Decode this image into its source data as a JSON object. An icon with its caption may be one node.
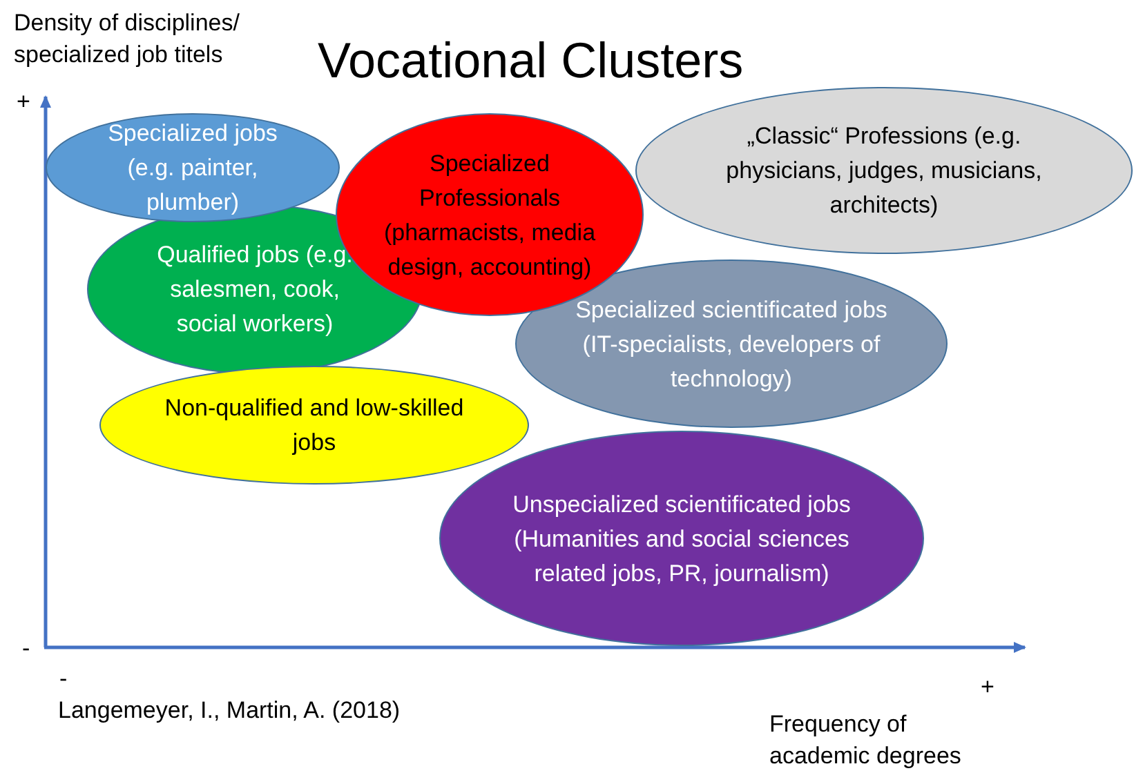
{
  "diagram": {
    "title": "Vocational Clusters",
    "nodes": [
      {
        "text": [
          "Specialized jobs (e.g. painter, plumber)"
        ]
      },
      {
        "text": [
          "Specialized Professionals (pharmacists, media design, accounting)"
        ]
      },
      {
        "text": [
          "„Classic“ Professions (e.g. physicians, judges, musicians, architects)"
        ]
      },
      {
        "text": [
          "Qualified jobs (e.g. salesmen, cook, social workers)"
        ]
      },
      {
        "text": [
          "Specialized scientificated jobs (IT-specialists, developers of technology)"
        ]
      },
      {
        "text": [
          "Non-qualified and low-skilled jobs"
        ]
      },
      {
        "text": [
          "Unspecialized scientificated jobs (Humanities and social sciences related jobs, PR, journalism)"
        ]
      }
    ],
    "labels": [
      "Density of disciplines/ specialized job titels",
      "+",
      "-",
      "-",
      "+",
      "Langemeyer, I., Martin, A. (2018)",
      "Frequency of academic degrees"
    ]
  }
}
